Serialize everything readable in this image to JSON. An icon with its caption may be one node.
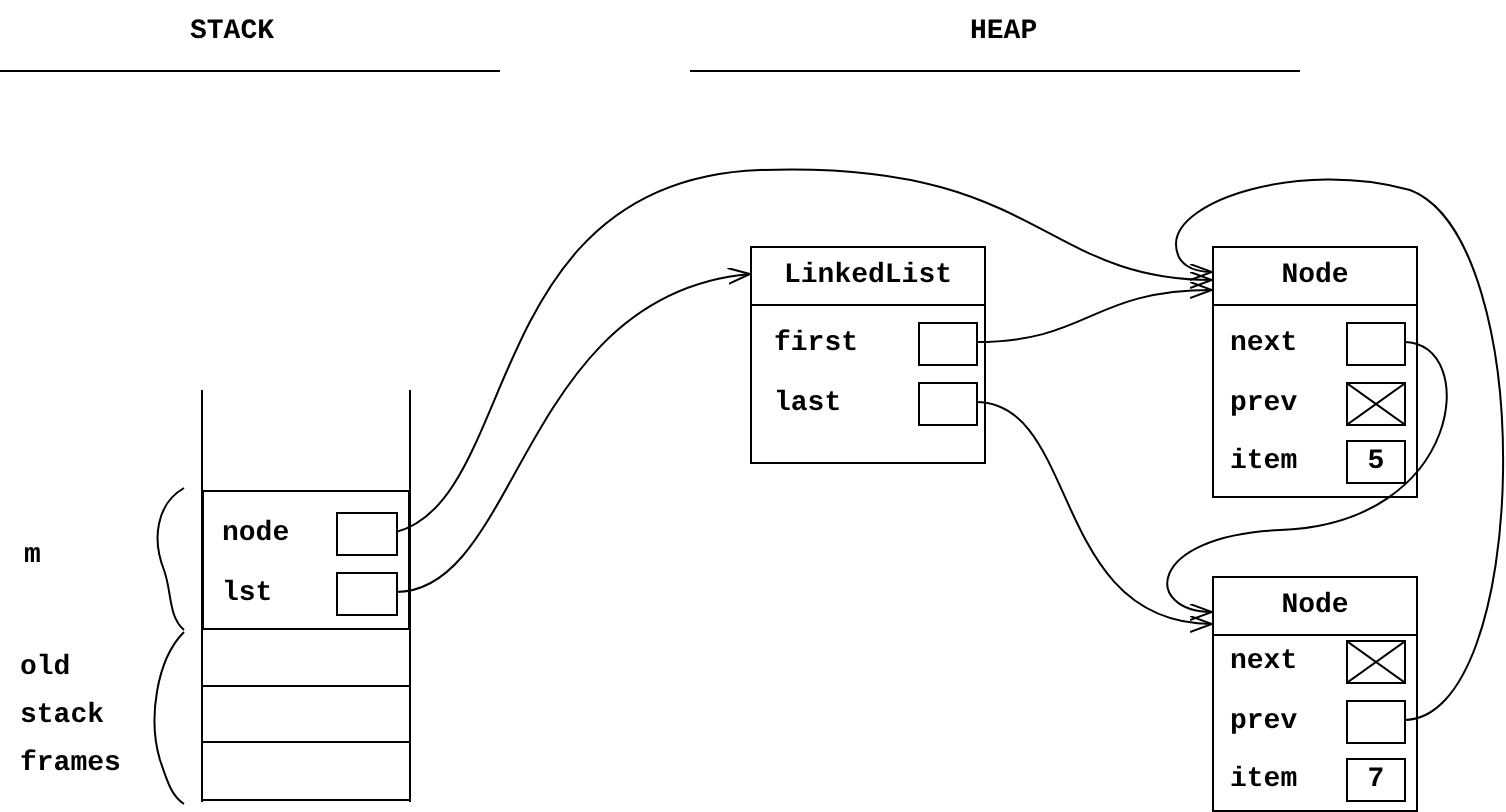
{
  "diagram": {
    "nodes": [
      {
        "text": [
          "node",
          "lst"
        ]
      },
      {
        "text": [],
        "shape": "box",
        "in": 0
      },
      {
        "text": [],
        "shape": "box",
        "in": 0
      },
      {
        "text": [
          "LinkedList",
          "first",
          "last"
        ]
      },
      {
        "text": [],
        "shape": "box",
        "in": 3
      },
      {
        "text": [],
        "shape": "box",
        "in": 3
      },
      {
        "text": [
          "Node",
          "next",
          "prev",
          "item"
        ]
      },
      {
        "text": [],
        "shape": "box",
        "in": 6
      },
      {
        "text": [],
        "shape": "box",
        "in": 6
      },
      {
        "text": [
          "5"
        ],
        "in": 6
      },
      {
        "text": [
          "Node",
          "next",
          "prev",
          "item"
        ]
      },
      {
        "text": [],
        "shape": "box",
        "in": 10
      },
      {
        "text": [],
        "shape": "box",
        "in": 10
      },
      {
        "text": [
          "7"
        ],
        "in": 10
      }
    ],
    "edges": [
      {
        "from": 1,
        "to": 6,
        "arrow": "to"
      },
      {
        "from": 2,
        "to": 3,
        "arrow": "to"
      },
      {
        "from": 4,
        "to": 6,
        "arrow": "to"
      },
      {
        "from": 5,
        "to": 10,
        "arrow": "to"
      },
      {
        "from": 7,
        "to": 10,
        "arrow": "to"
      },
      {
        "from": 12,
        "to": 6,
        "arrow": "to"
      }
    ],
    "labels": [
      "STACK",
      "HEAP",
      "m",
      "old stack frames"
    ]
  }
}
